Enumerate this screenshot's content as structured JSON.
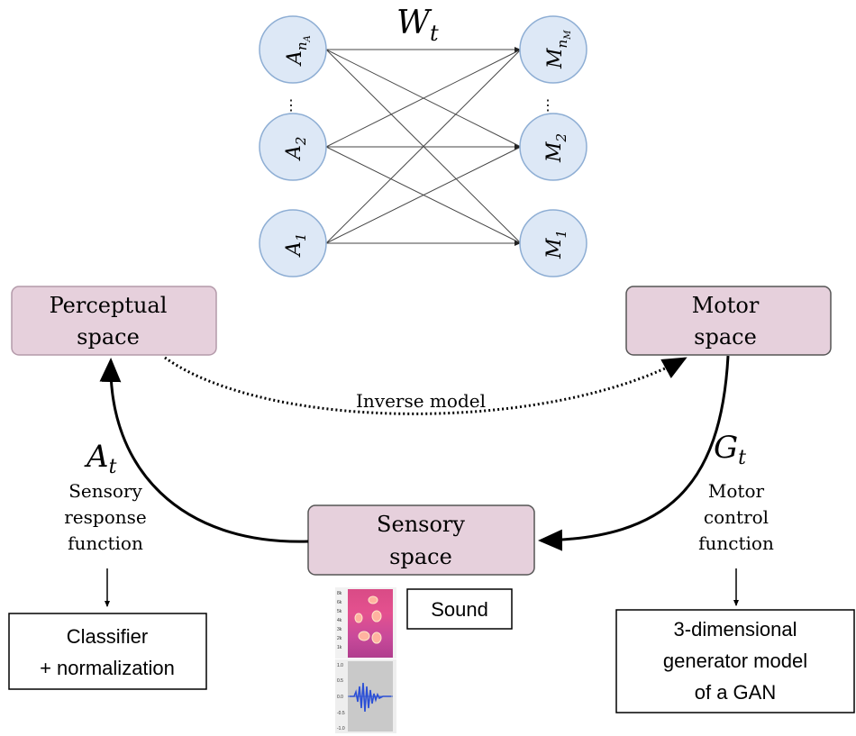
{
  "network": {
    "weight_label": "W",
    "weight_sub": "t",
    "left_nodes": [
      {
        "base": "A",
        "sub": "n",
        "subsub": "A"
      },
      {
        "base": "A",
        "sub": "2",
        "subsub": ""
      },
      {
        "base": "A",
        "sub": "1",
        "subsub": ""
      }
    ],
    "right_nodes": [
      {
        "base": "M",
        "sub": "n",
        "subsub": "M"
      },
      {
        "base": "M",
        "sub": "2",
        "subsub": ""
      },
      {
        "base": "M",
        "sub": "1",
        "subsub": ""
      }
    ],
    "ellipsis": "⋮",
    "colors": {
      "node_fill": "#dde8f6",
      "node_stroke": "#8eaed4"
    }
  },
  "spaces": {
    "perceptual": {
      "line1": "Perceptual",
      "line2": "space"
    },
    "motor": {
      "line1": "Motor",
      "line2": "space"
    },
    "sensory": {
      "line1": "Sensory",
      "line2": "space"
    },
    "colors": {
      "fill": "#e6d0dc",
      "stroke": "#b49aaa"
    }
  },
  "edges": {
    "inverse_label": "Inverse model"
  },
  "left_function": {
    "symbol": "A",
    "sub": "t",
    "line1": "Sensory",
    "line2": "response",
    "line3": "function"
  },
  "right_function": {
    "symbol": "G",
    "sub": "t",
    "line1": "Motor",
    "line2": "control",
    "line3": "function"
  },
  "boxes": {
    "classifier": {
      "line1": "Classifier",
      "line2": "+ normalization"
    },
    "sound": {
      "label": "Sound"
    },
    "generator": {
      "line1": "3-dimensional",
      "line2": "generator model",
      "line3": "of a GAN"
    }
  },
  "sound_image": {
    "spectrogram_ticks": [
      "8k",
      "6k",
      "5k",
      "4k",
      "3k",
      "2k",
      "1k"
    ],
    "waveform_ticks": [
      "1.0",
      "0.5",
      "0.0",
      "-0.5",
      "-1.0"
    ]
  }
}
